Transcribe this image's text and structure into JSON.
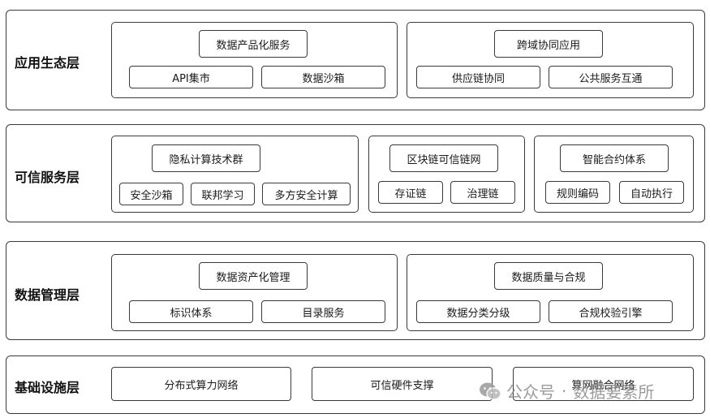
{
  "layers": [
    {
      "label": "应用生态层",
      "groups": [
        {
          "title": "数据产品化服务",
          "items": [
            "API集市",
            "数据沙箱"
          ]
        },
        {
          "title": "跨域协同应用",
          "items": [
            "供应链协同",
            "公共服务互通"
          ]
        }
      ]
    },
    {
      "label": "可信服务层",
      "groups": [
        {
          "title": "隐私计算技术群",
          "items": [
            "安全沙箱",
            "联邦学习",
            "多方安全计算"
          ]
        },
        {
          "title": "区块链可信链网",
          "items": [
            "存证链",
            "治理链"
          ]
        },
        {
          "title": "智能合约体系",
          "items": [
            "规则编码",
            "自动执行"
          ]
        }
      ]
    },
    {
      "label": "数据管理层",
      "groups": [
        {
          "title": "数据资产化管理",
          "items": [
            "标识体系",
            "目录服务"
          ]
        },
        {
          "title": "数据质量与合规",
          "items": [
            "数据分类分级",
            "合规校验引擎"
          ]
        }
      ]
    },
    {
      "label": "基础设施层",
      "items": [
        "分布式算力网络",
        "可信硬件支撑",
        "算网融合网络"
      ]
    }
  ],
  "watermark": {
    "prefix": "公众号",
    "sep": "·",
    "name": "数据要素所",
    "icon": "wechat-icon"
  }
}
